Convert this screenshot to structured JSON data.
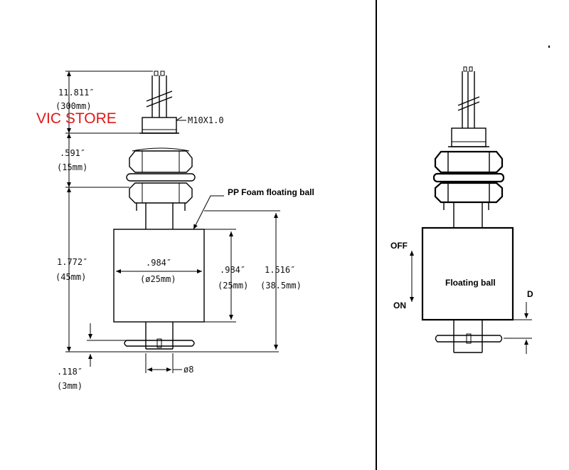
{
  "watermark": "VIC STORE",
  "left": {
    "dims": {
      "cable_len_in": "11.811″",
      "cable_len_mm": "(300mm)",
      "thread": "M10X1.0",
      "nut_h_in": ".591″",
      "nut_h_mm": "(15mm)",
      "total_in": "1.772″",
      "total_mm": "(45mm)",
      "ball_dia_in": ".984″",
      "ball_dia_mm": "(ø25mm)",
      "ball_h_in": ".984″",
      "ball_h_mm": "(25mm)",
      "stroke_in": "1.516″",
      "stroke_mm": "(38.5mm)",
      "base_in": ".118″",
      "base_mm": "(3mm)",
      "stem": "ø8"
    },
    "callout": "PP Foam floating ball"
  },
  "right": {
    "off": "OFF",
    "on": "ON",
    "ball": "Floating ball",
    "d": "D"
  }
}
